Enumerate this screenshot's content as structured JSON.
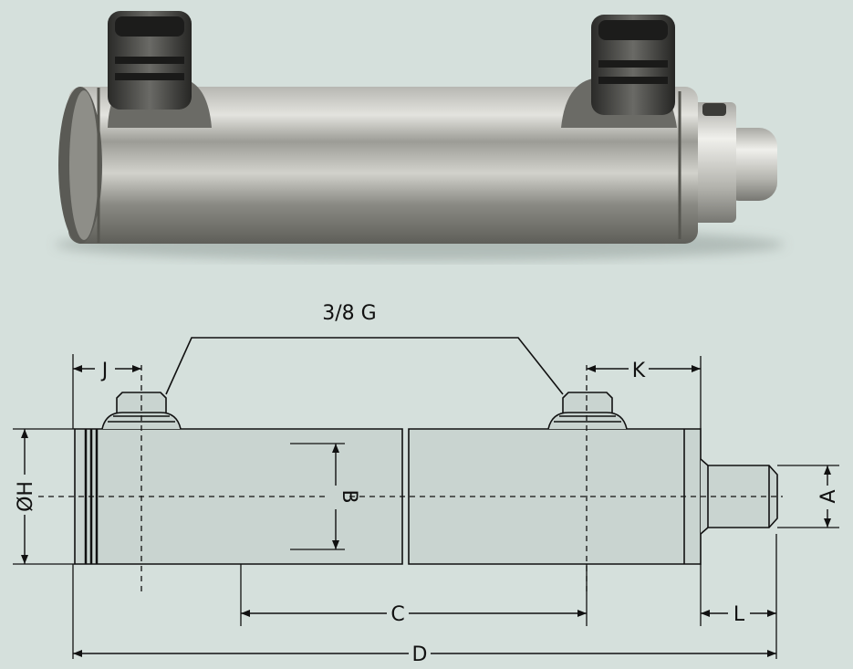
{
  "diagram": {
    "port_label": "3/8 G",
    "dimensions": {
      "J": "J",
      "K": "K",
      "H": "ØH",
      "B": "B",
      "A": "A",
      "C": "C",
      "L": "L",
      "D": "D"
    }
  },
  "colors": {
    "background": "#d5e0dc",
    "cylinder_fill": "#c9d4d0",
    "line": "#111111"
  }
}
